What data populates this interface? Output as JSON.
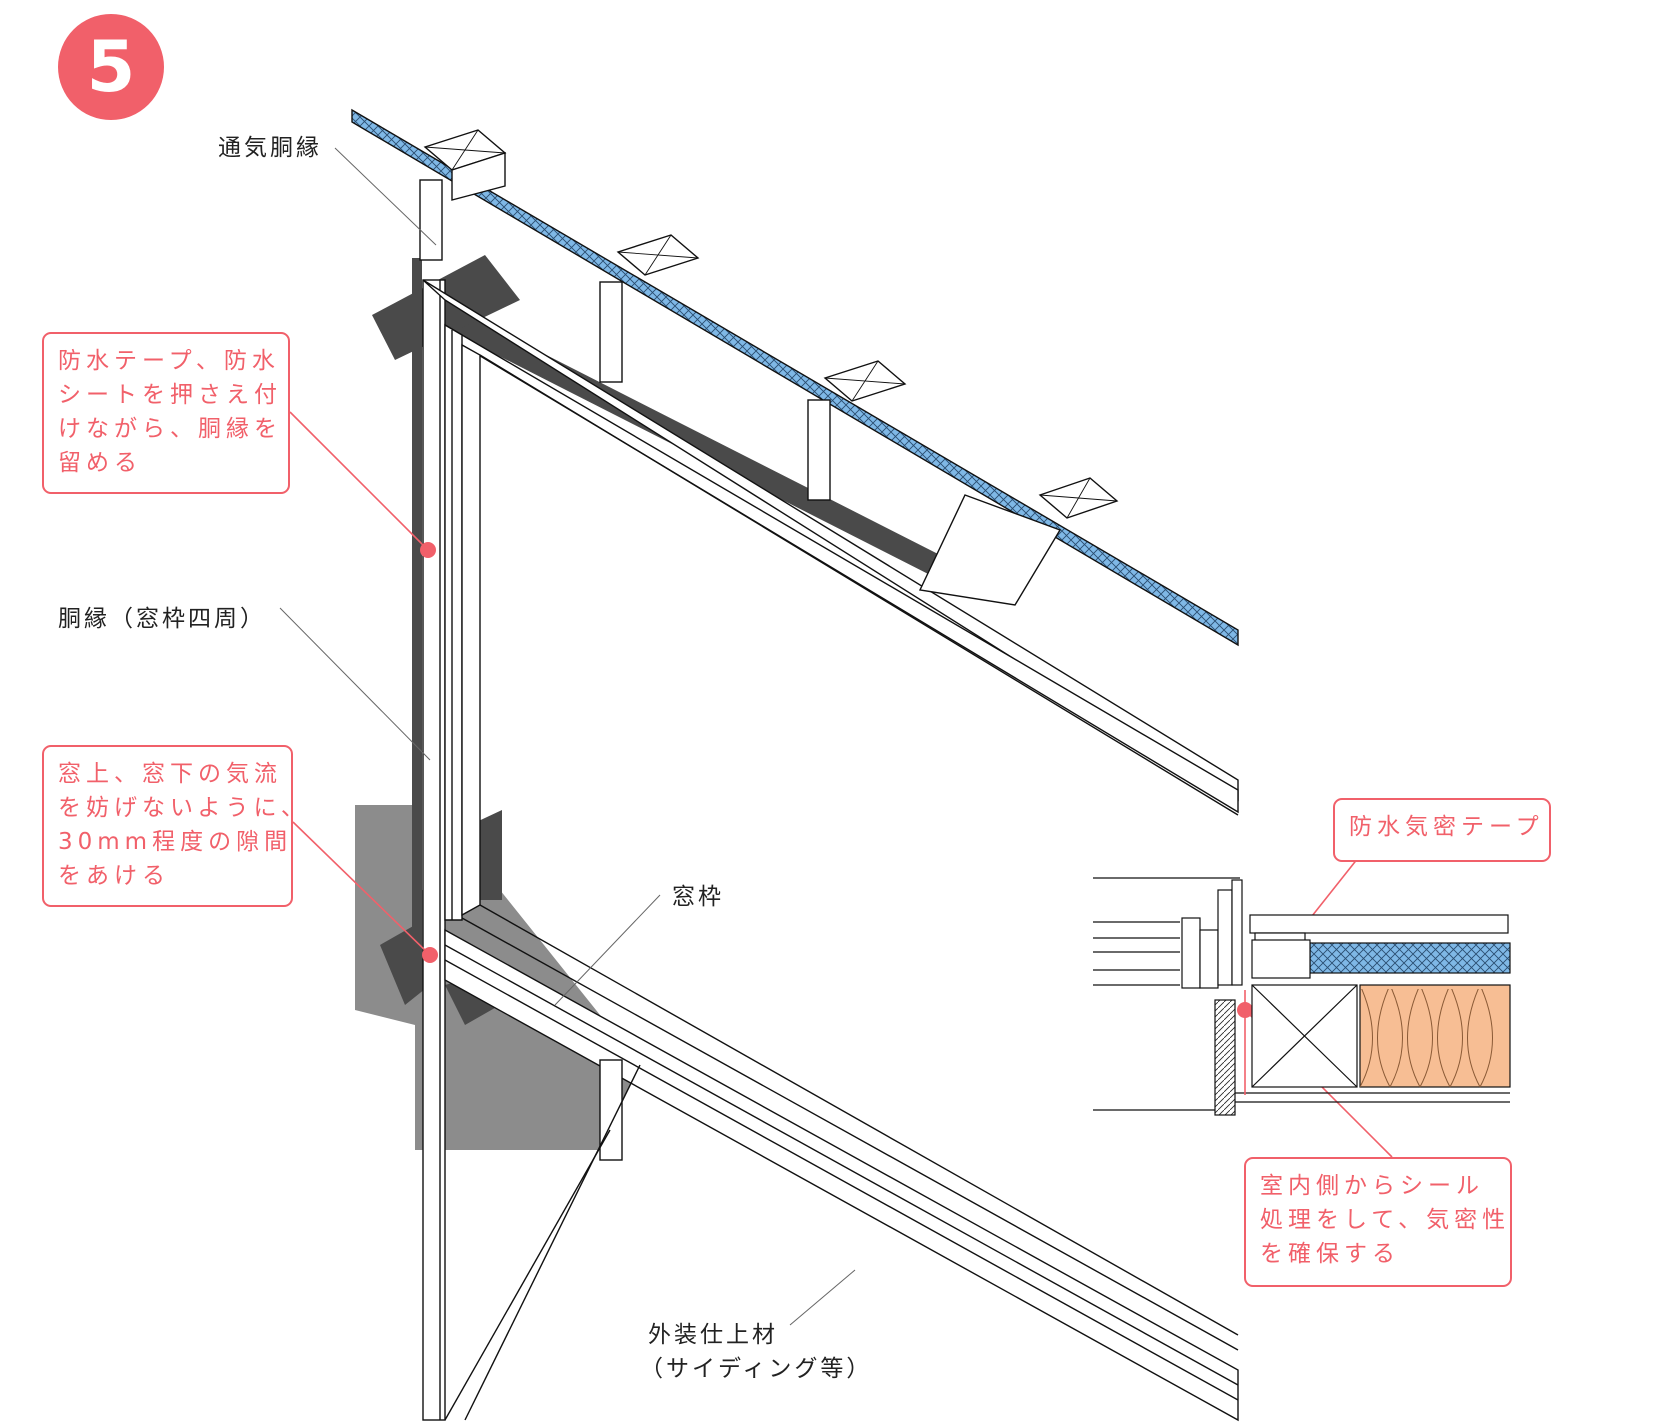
{
  "step_number": "5",
  "colors": {
    "accent": "#f1606a",
    "tape_dark": "#4a4a4a",
    "sheet_gray": "#8c8c8c",
    "insulation_board": "#7fb8e6",
    "glass_wool": "#f7be94"
  },
  "labels": {
    "furring_vent": "通気胴縁",
    "furring_frame": "胴縁（窓枠四周）",
    "window_frame": "窓枠",
    "siding_line1": "外装仕上材",
    "siding_line2": "（サイディング等）"
  },
  "callouts": {
    "tape_sheet": [
      "防水テープ、防水",
      "シートを押さえ付",
      "けながら、胴縁を",
      "留める"
    ],
    "airflow_gap": [
      "窓上、窓下の気流",
      "を妨げないように、",
      "30mm程度の隙間",
      "をあける"
    ],
    "airtight_tape": [
      "防水気密テープ"
    ],
    "interior_seal": [
      "室内側からシール",
      "処理をして、気密性",
      "を確保する"
    ]
  },
  "icons": [
    "leader-dot-icon",
    "batten-cross-icon"
  ]
}
